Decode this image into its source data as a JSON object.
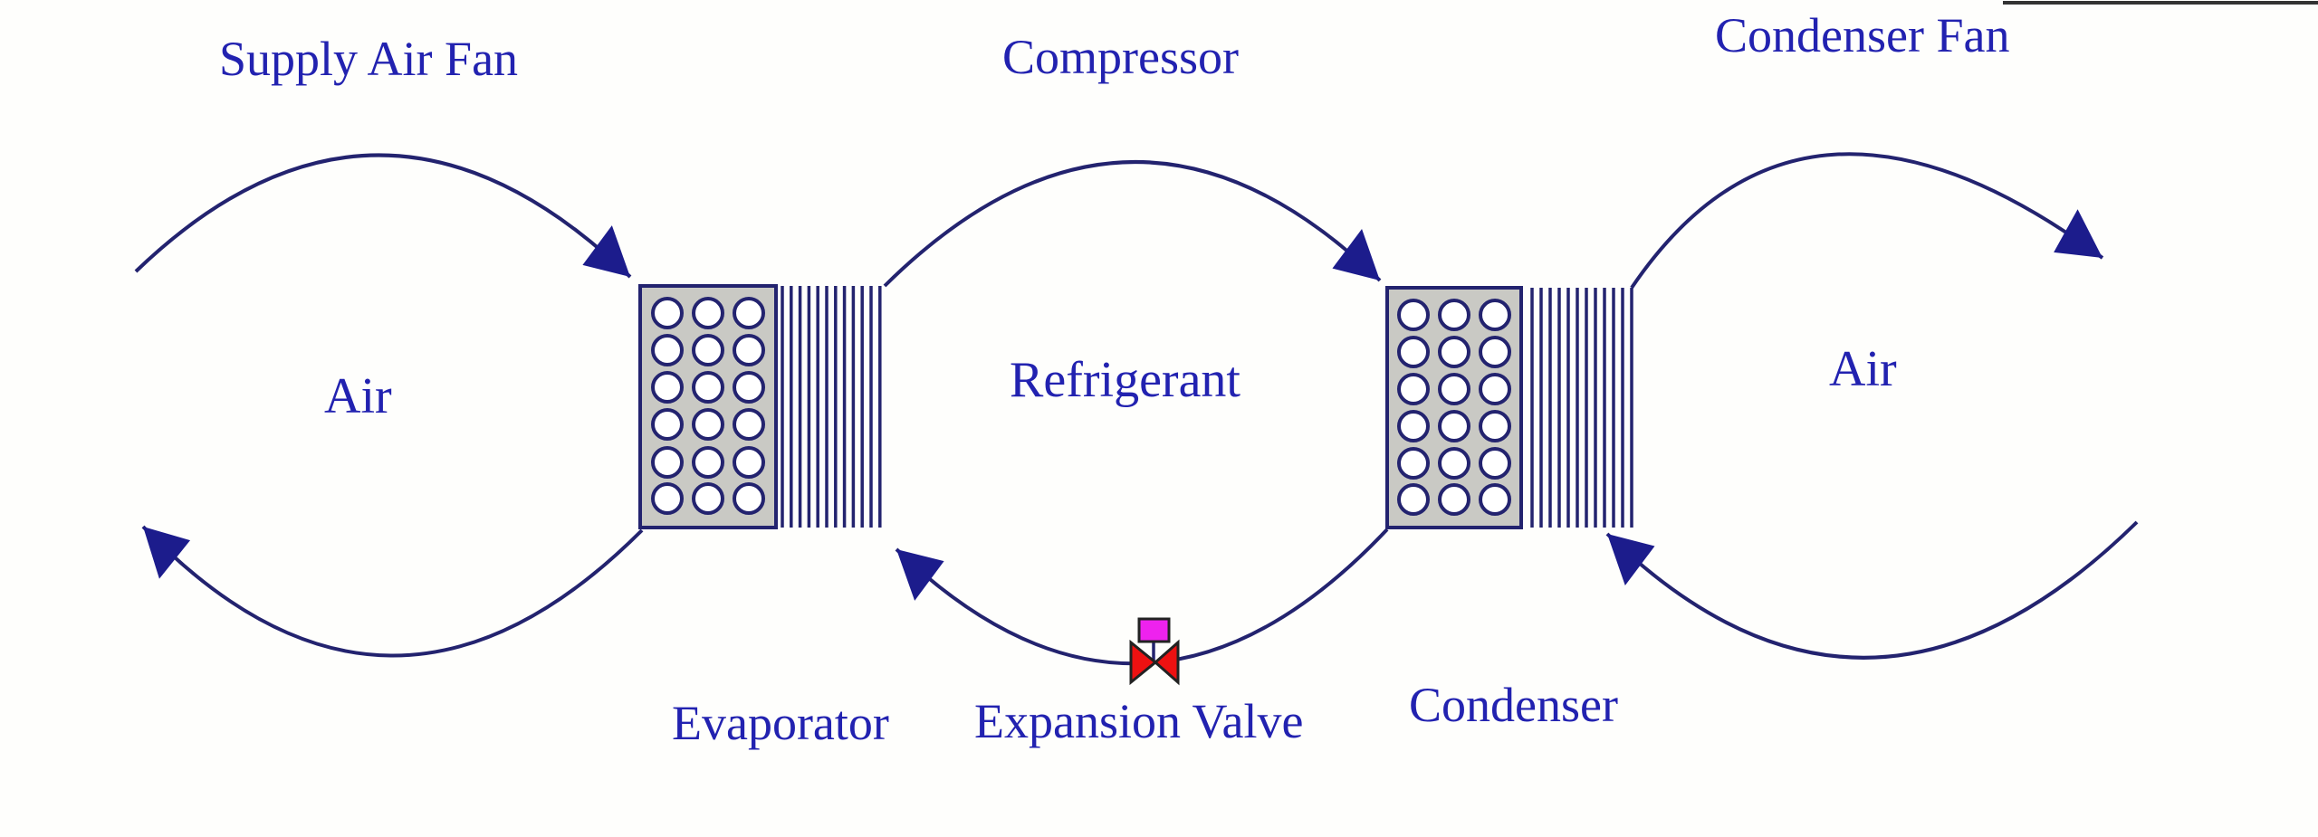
{
  "diagram": {
    "type": "hvac-refrigeration-cycle",
    "labels": {
      "supply_air_fan": "Supply Air Fan",
      "compressor": "Compressor",
      "condenser_fan": "Condenser Fan",
      "air_left": "Air",
      "refrigerant": "Refrigerant",
      "air_right": "Air",
      "evaporator": "Evaporator",
      "expansion_valve": "Expansion Valve",
      "condenser": "Condenser"
    },
    "colors": {
      "label_text": "#2222b0",
      "flow_line": "#23236f",
      "arrowhead": "#1c1c8c",
      "coil_fill": "#c9c9c4",
      "coil_stroke": "#23236f",
      "coil_tube_fill": "#ffffff",
      "valve_body": "#ee1111",
      "valve_actuator": "#ee22ee",
      "background": "#fefefc"
    }
  }
}
